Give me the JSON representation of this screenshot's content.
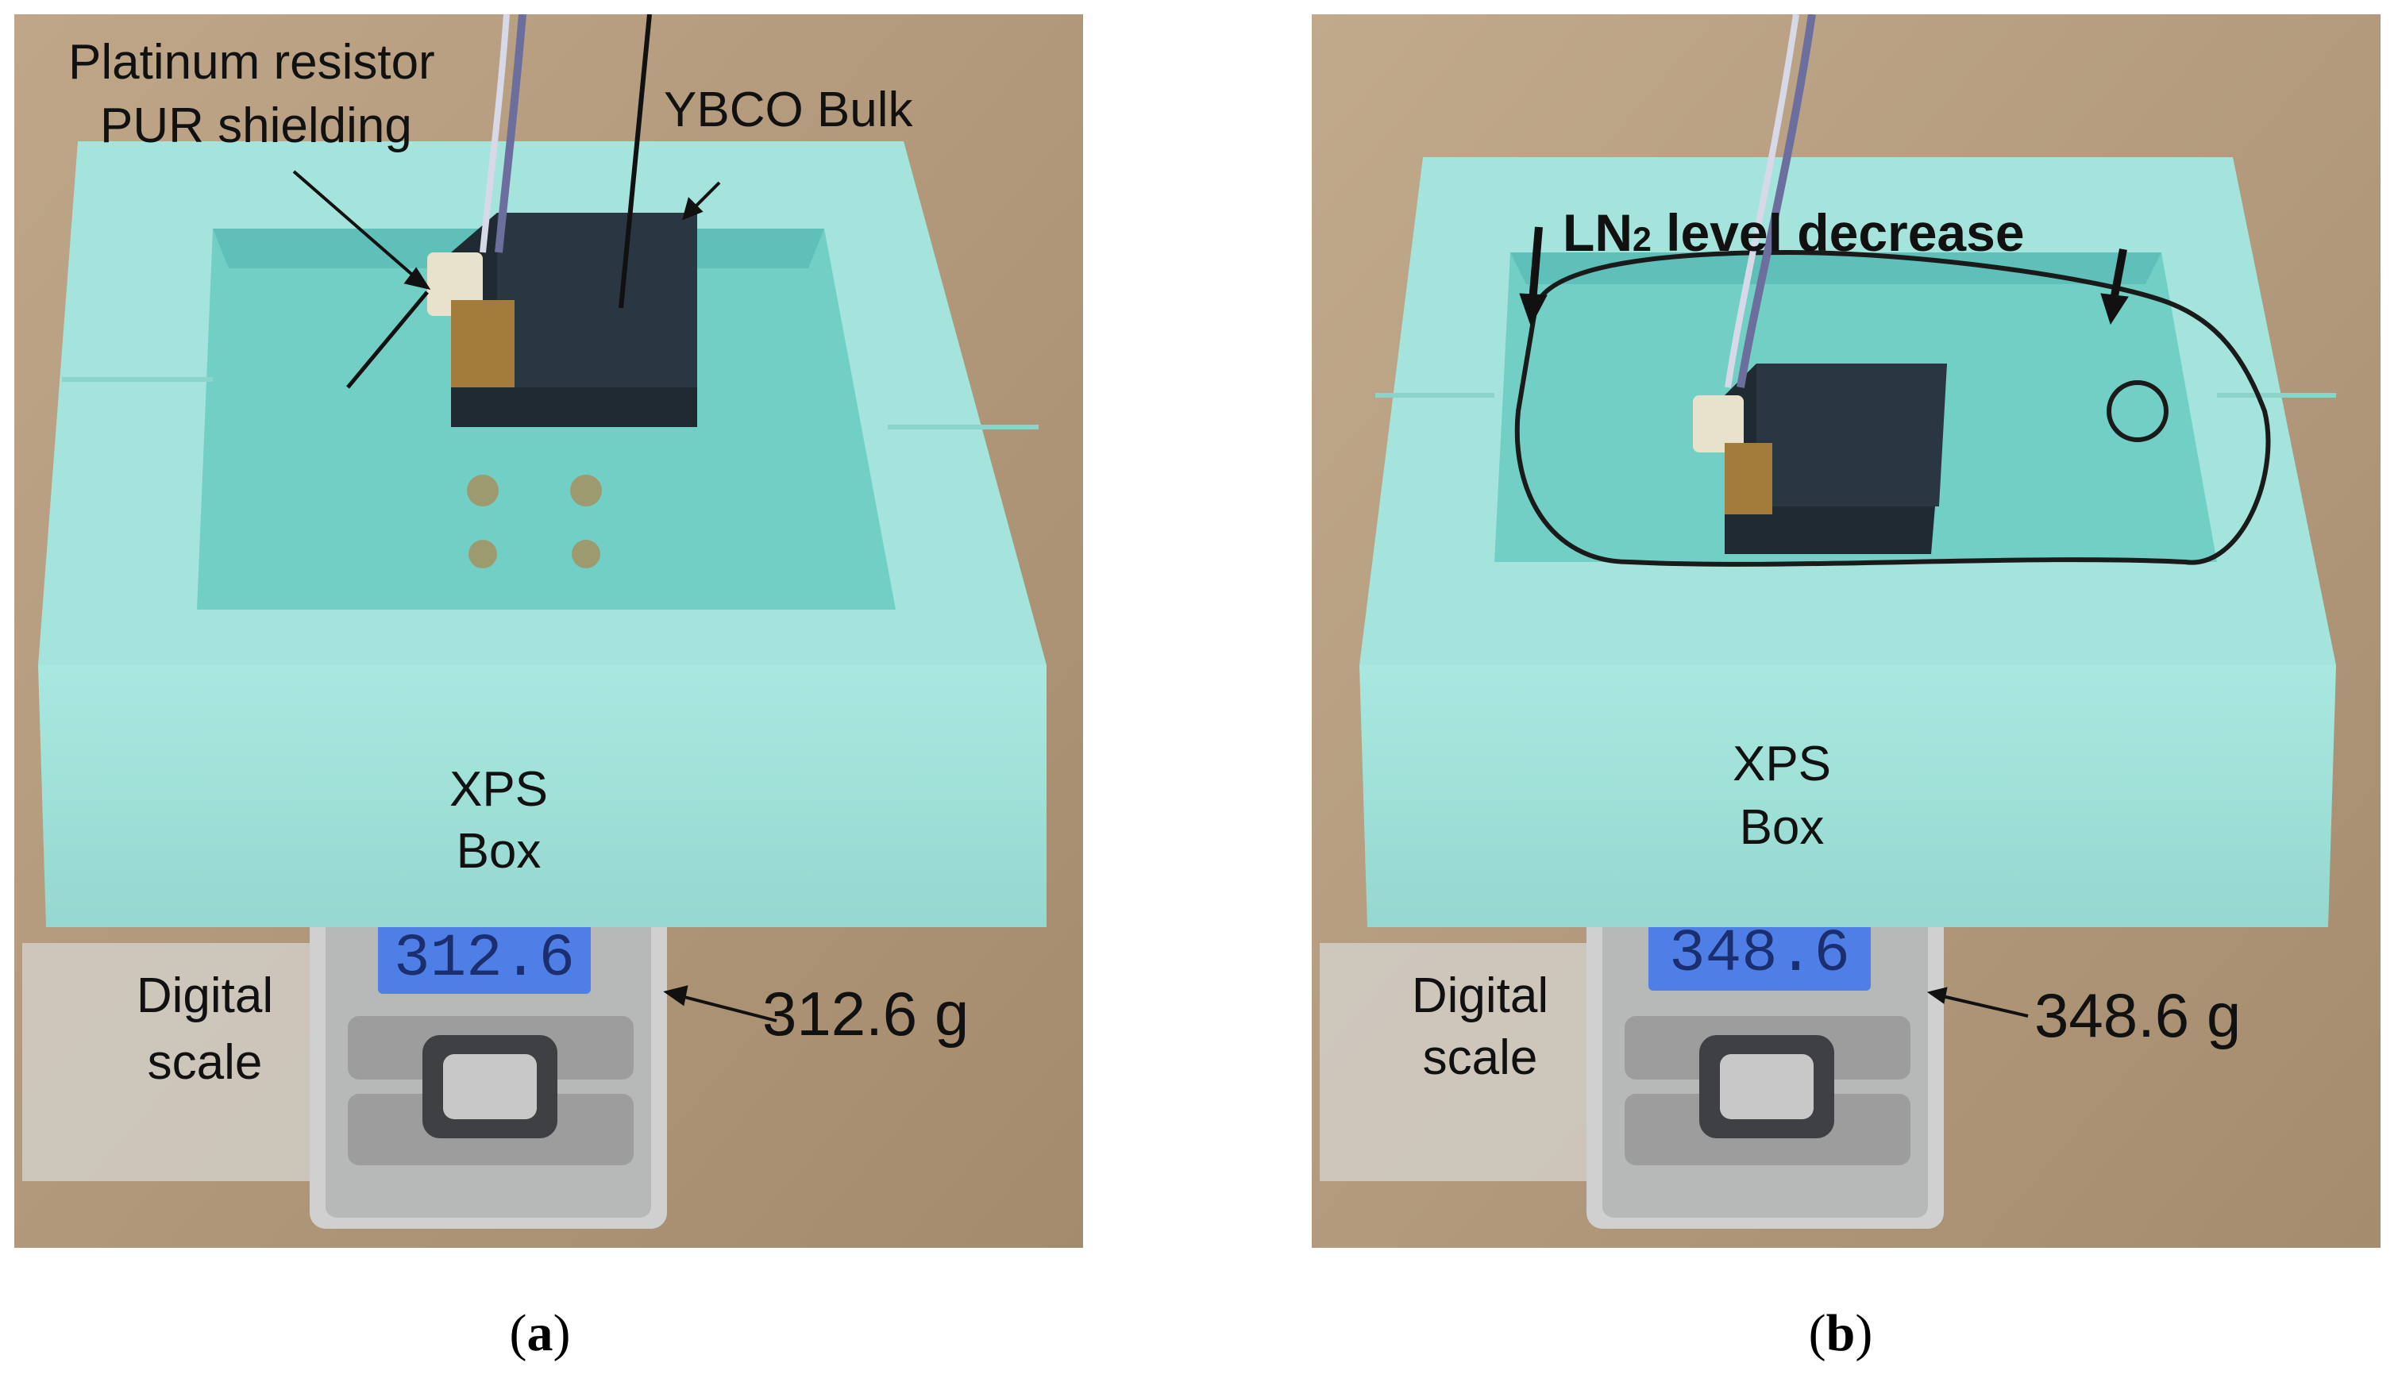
{
  "panels": [
    {
      "id": "a",
      "caption_letter": "a",
      "labels": {
        "platinum_resistor": "Platinum resistor",
        "pur_shielding": "PUR shielding",
        "ybco_bulk": "YBCO Bulk",
        "box_line1": "XPS",
        "box_line2": "Box",
        "scale_line1": "Digital",
        "scale_line2": "scale",
        "weight": "312.6 g"
      },
      "scale_display": "312.6"
    },
    {
      "id": "b",
      "caption_letter": "b",
      "labels": {
        "ln2_main": "LN",
        "ln2_sub": "2",
        "ln2_rest": " level decrease",
        "box_line1": "XPS",
        "box_line2": "Box",
        "scale_line1": "Digital",
        "scale_line2": "scale",
        "weight": "348.6 g"
      },
      "scale_display": "348.6"
    }
  ],
  "colors": {
    "foam": "#9fe3dc",
    "foam_inner": "#6fcfc6",
    "table": "#b49a7c",
    "block": "#1f2a33",
    "lcd": "#4f7fe6"
  }
}
